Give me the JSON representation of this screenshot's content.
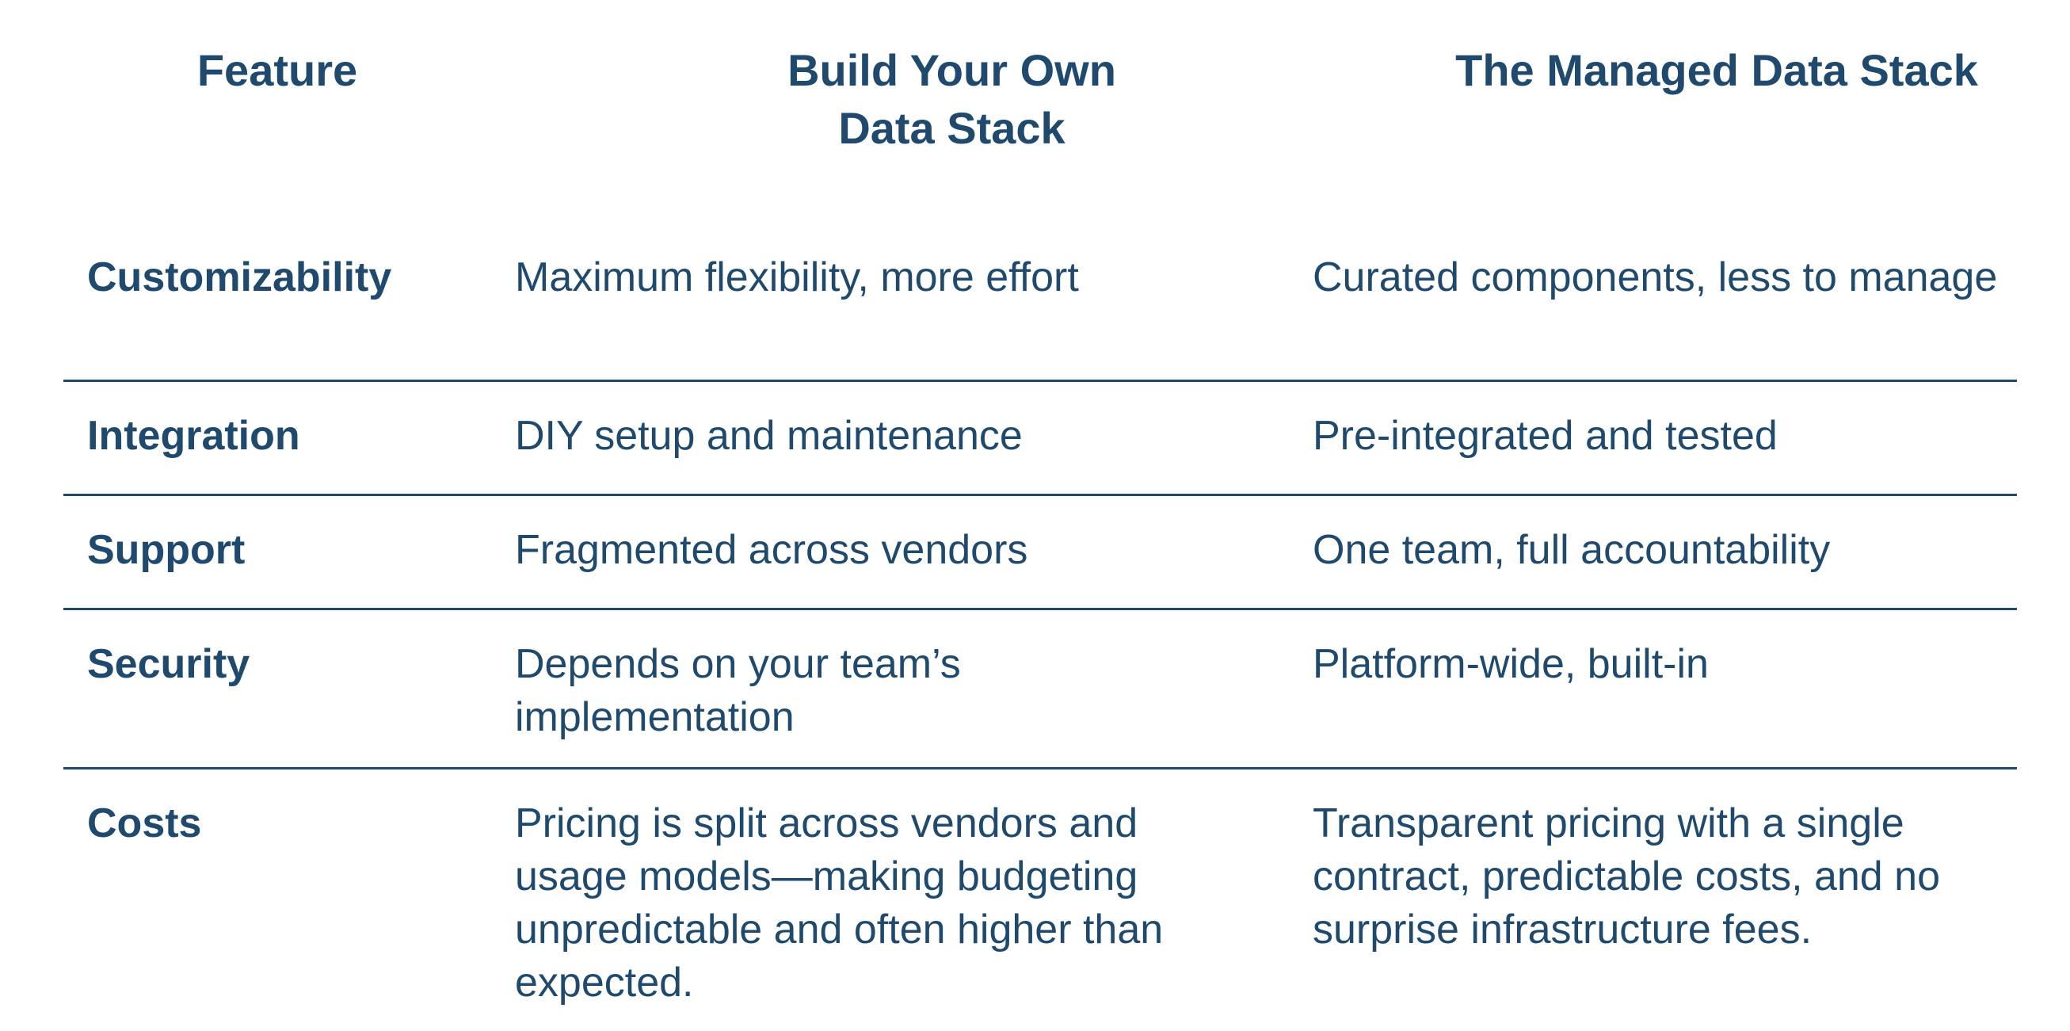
{
  "header": {
    "feature": "Feature",
    "diy": "Build Your Own\nData Stack",
    "managed": "The Managed Data Stack"
  },
  "rows": [
    {
      "label": "Customizability",
      "diy": "Maximum flexibility, more effort",
      "managed": "Curated components, less to manage"
    },
    {
      "label": "Integration",
      "diy": "DIY setup and maintenance",
      "managed": "Pre-integrated and tested"
    },
    {
      "label": "Support",
      "diy": "Fragmented across vendors",
      "managed": "One team, full accountability"
    },
    {
      "label": "Security",
      "diy": "Depends on your team’s implementation",
      "managed": "Platform-wide, built-in"
    },
    {
      "label": "Costs",
      "diy": "Pricing is split across vendors and usage models—making budgeting unpredictable and often higher than expected.",
      "managed": "Transparent pricing with a single contract, predictable costs, and no surprise infrastructure fees."
    }
  ]
}
